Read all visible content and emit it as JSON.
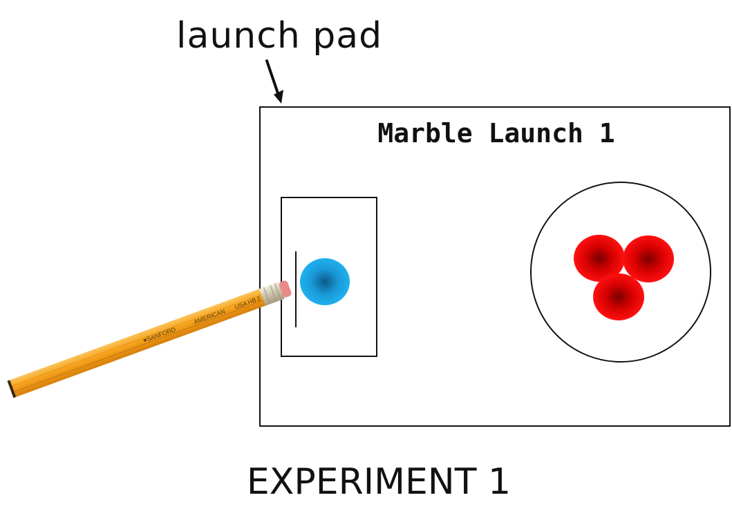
{
  "diagram": {
    "top_label": "launch pad",
    "board_title": "Marble Launch 1",
    "bottom_label": "EXPERIMENT 1",
    "pencil_brand": "♥SANFORD",
    "pencil_maker": "AMERICAN",
    "pencil_country": "USA",
    "pencil_grade": "HB",
    "pencil_number": "2",
    "colors": {
      "launch_marble": "#1aa3e0",
      "target_marbles": "#e00000",
      "pencil_body": "#f5a21c",
      "outline": "#111111"
    },
    "target_marble_count": 3
  }
}
